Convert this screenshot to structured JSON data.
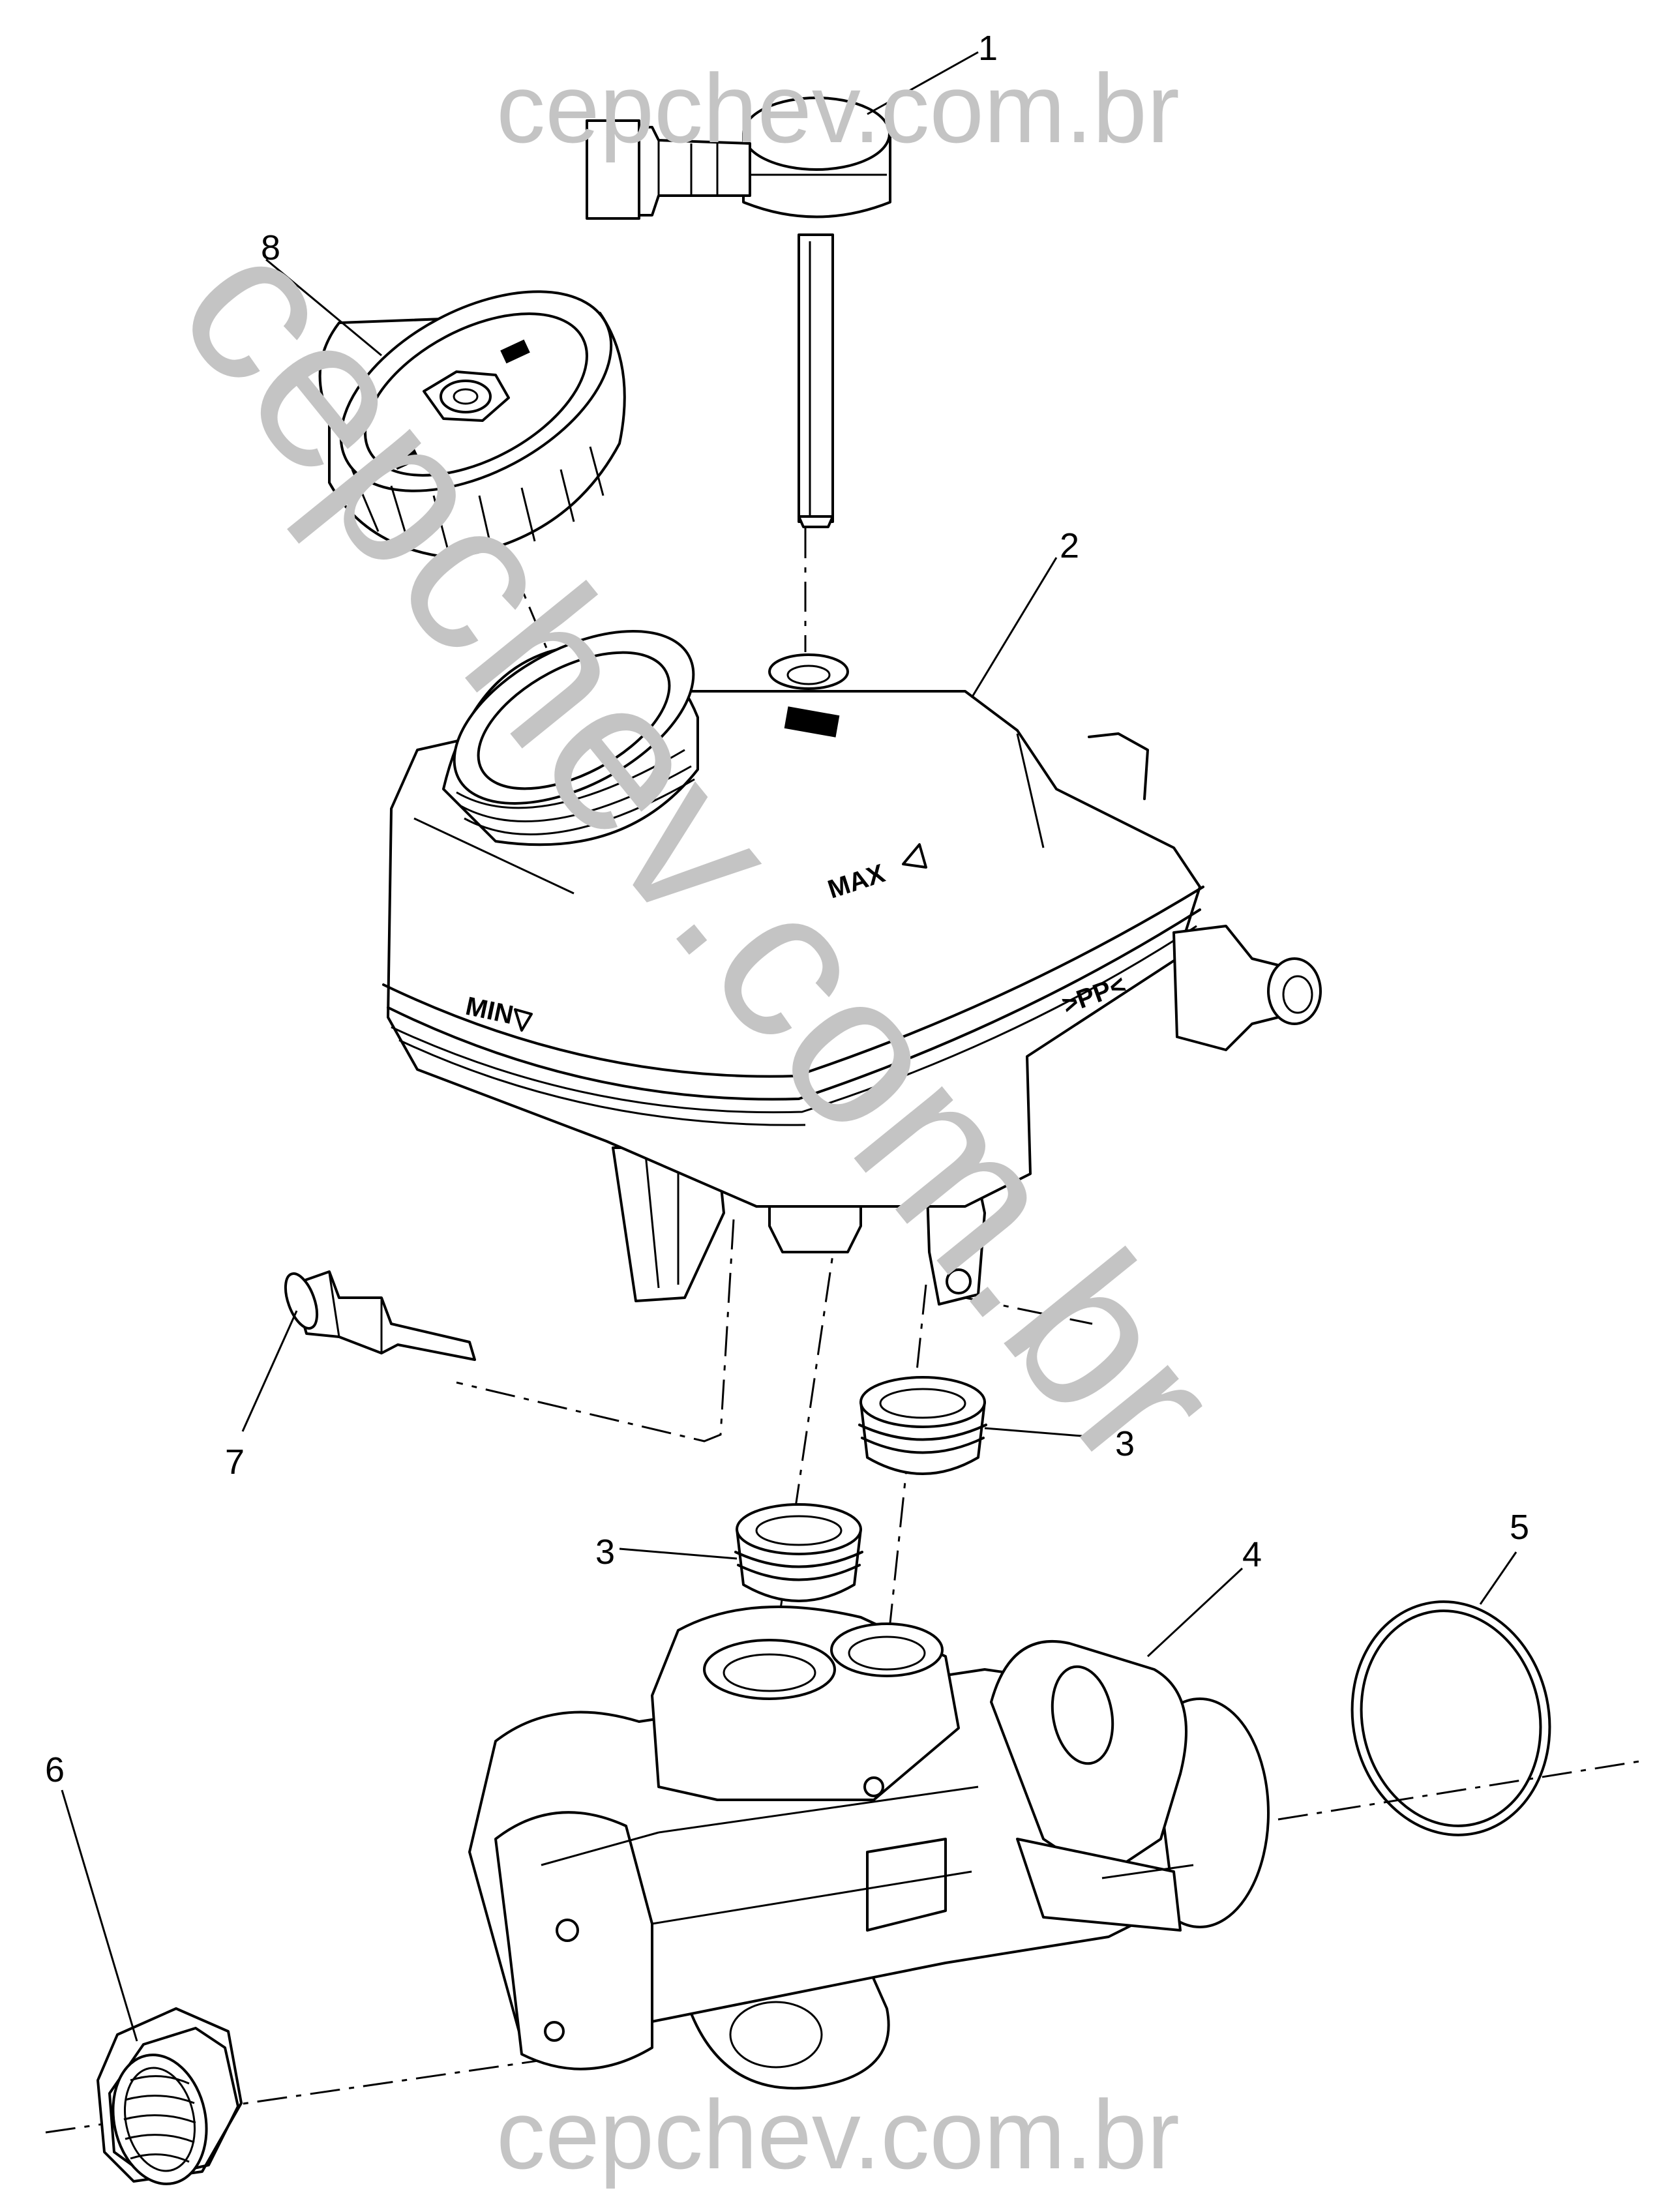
{
  "watermark": {
    "top": "cepchev.com.br",
    "bottom": "cepchev.com.br",
    "diagonal": "cepchev.com.br"
  },
  "reservoir_markings": {
    "max": "MAX",
    "min": "MIN",
    "material": ">PP<"
  },
  "callouts": [
    {
      "id": "1"
    },
    {
      "id": "2"
    },
    {
      "id": "3"
    },
    {
      "id": "3"
    },
    {
      "id": "4"
    },
    {
      "id": "5"
    },
    {
      "id": "6"
    },
    {
      "id": "7"
    },
    {
      "id": "8"
    }
  ]
}
